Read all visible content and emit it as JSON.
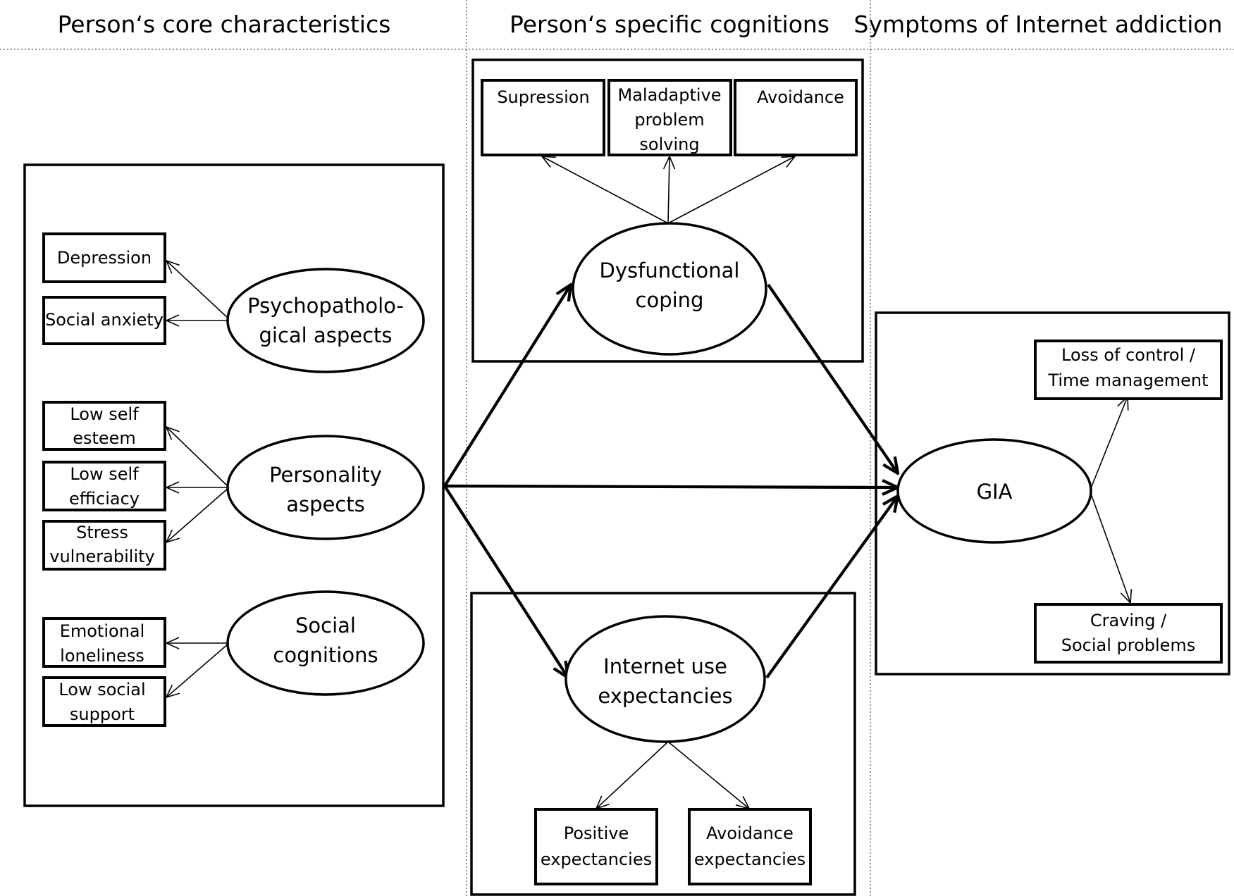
{
  "headers": {
    "core": "Person‘s core characteristics",
    "cognitions": "Person‘s specific cognitions",
    "symptoms": "Symptoms of Internet addiction"
  },
  "core": {
    "psychopathological": {
      "label": [
        "Psychopatholo-",
        "gical aspects"
      ],
      "items": [
        [
          "Depression"
        ],
        [
          "Social anxiety"
        ]
      ]
    },
    "personality": {
      "label": [
        "Personality",
        "aspects"
      ],
      "items": [
        [
          "Low self",
          "esteem"
        ],
        [
          "Low self",
          "efficiacy"
        ],
        [
          "Stress",
          "vulnerability"
        ]
      ]
    },
    "social": {
      "label": [
        "Social",
        "cognitions"
      ],
      "items": [
        [
          "Emotional",
          "loneliness"
        ],
        [
          "Low social",
          "support"
        ]
      ]
    }
  },
  "coping": {
    "label": [
      "Dysfunctional",
      "coping"
    ],
    "items": [
      [
        "Supression"
      ],
      [
        "Maladaptive",
        "problem",
        "solving"
      ],
      [
        "Avoidance"
      ]
    ]
  },
  "expectancies": {
    "label": [
      "Internet use",
      "expectancies"
    ],
    "items": [
      [
        "Positive",
        "expectancies"
      ],
      [
        "Avoidance",
        "expectancies"
      ]
    ]
  },
  "gia": {
    "label": "GIA",
    "items": [
      [
        "Loss of control /",
        "Time management"
      ],
      [
        "Craving /",
        "Social problems"
      ]
    ]
  }
}
